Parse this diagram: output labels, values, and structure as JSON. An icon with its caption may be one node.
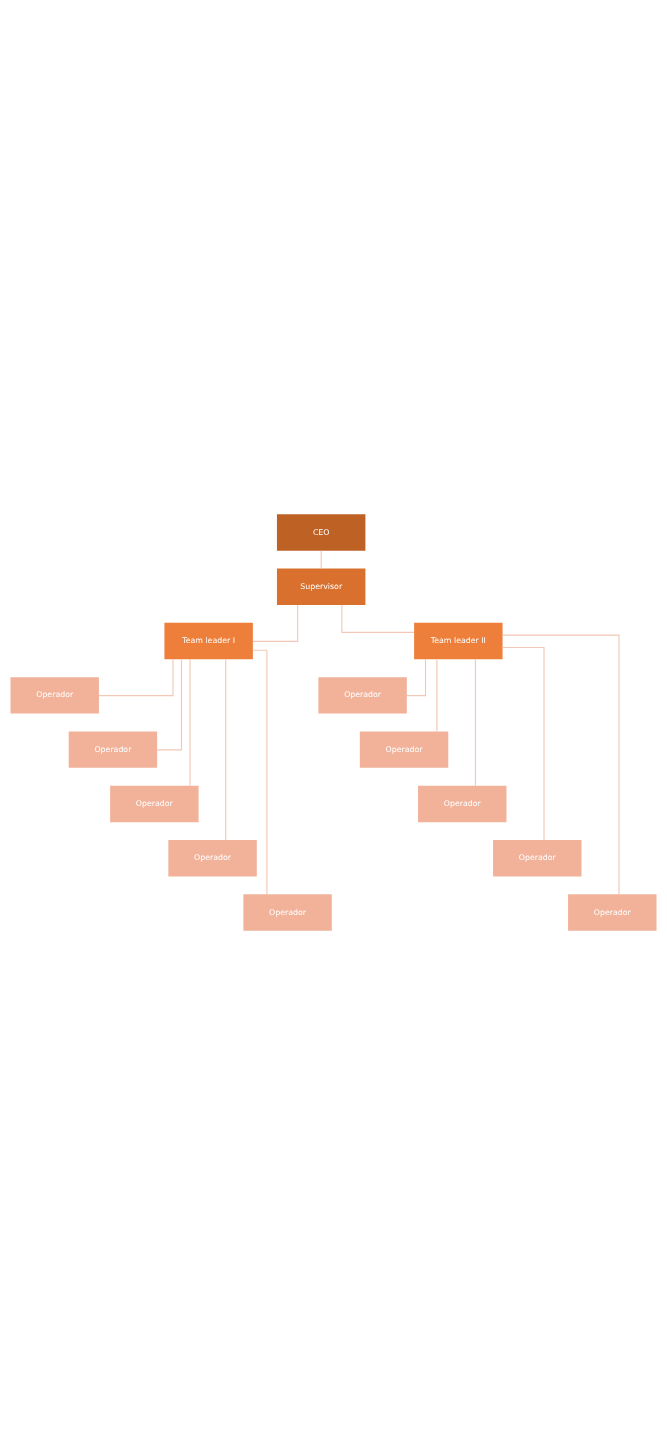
{
  "diagram": {
    "nodes": [
      {
        "text": [
          "CEO"
        ]
      },
      {
        "text": [
          "Supervisor"
        ]
      },
      {
        "text": [
          "Team leader I"
        ]
      },
      {
        "text": [
          "Team leader II"
        ]
      },
      {
        "text": [
          "Operador"
        ]
      },
      {
        "text": [
          "Operador"
        ]
      },
      {
        "text": [
          "Operador"
        ]
      },
      {
        "text": [
          "Operador"
        ]
      },
      {
        "text": [
          "Operador"
        ]
      },
      {
        "text": [
          "Operador"
        ]
      },
      {
        "text": [
          "Operador"
        ]
      },
      {
        "text": [
          "Operador"
        ]
      },
      {
        "text": [
          "Operador"
        ]
      },
      {
        "text": [
          "Operador"
        ]
      }
    ],
    "edges": [
      {
        "from": 0,
        "to": 1,
        "arrow": "none"
      },
      {
        "from": 1,
        "to": 2,
        "arrow": "none"
      },
      {
        "from": 1,
        "to": 3,
        "arrow": "none"
      },
      {
        "from": 2,
        "to": 4,
        "arrow": "none"
      },
      {
        "from": 2,
        "to": 6,
        "arrow": "none"
      },
      {
        "from": 2,
        "to": 8,
        "arrow": "none"
      },
      {
        "from": 2,
        "to": 10,
        "arrow": "none"
      },
      {
        "from": 2,
        "to": 12,
        "arrow": "none"
      },
      {
        "from": 3,
        "to": 5,
        "arrow": "none"
      },
      {
        "from": 3,
        "to": 7,
        "arrow": "none"
      },
      {
        "from": 3,
        "to": 9,
        "arrow": "none"
      },
      {
        "from": 3,
        "to": 11,
        "arrow": "none"
      },
      {
        "from": 3,
        "to": 13,
        "arrow": "none"
      }
    ]
  }
}
